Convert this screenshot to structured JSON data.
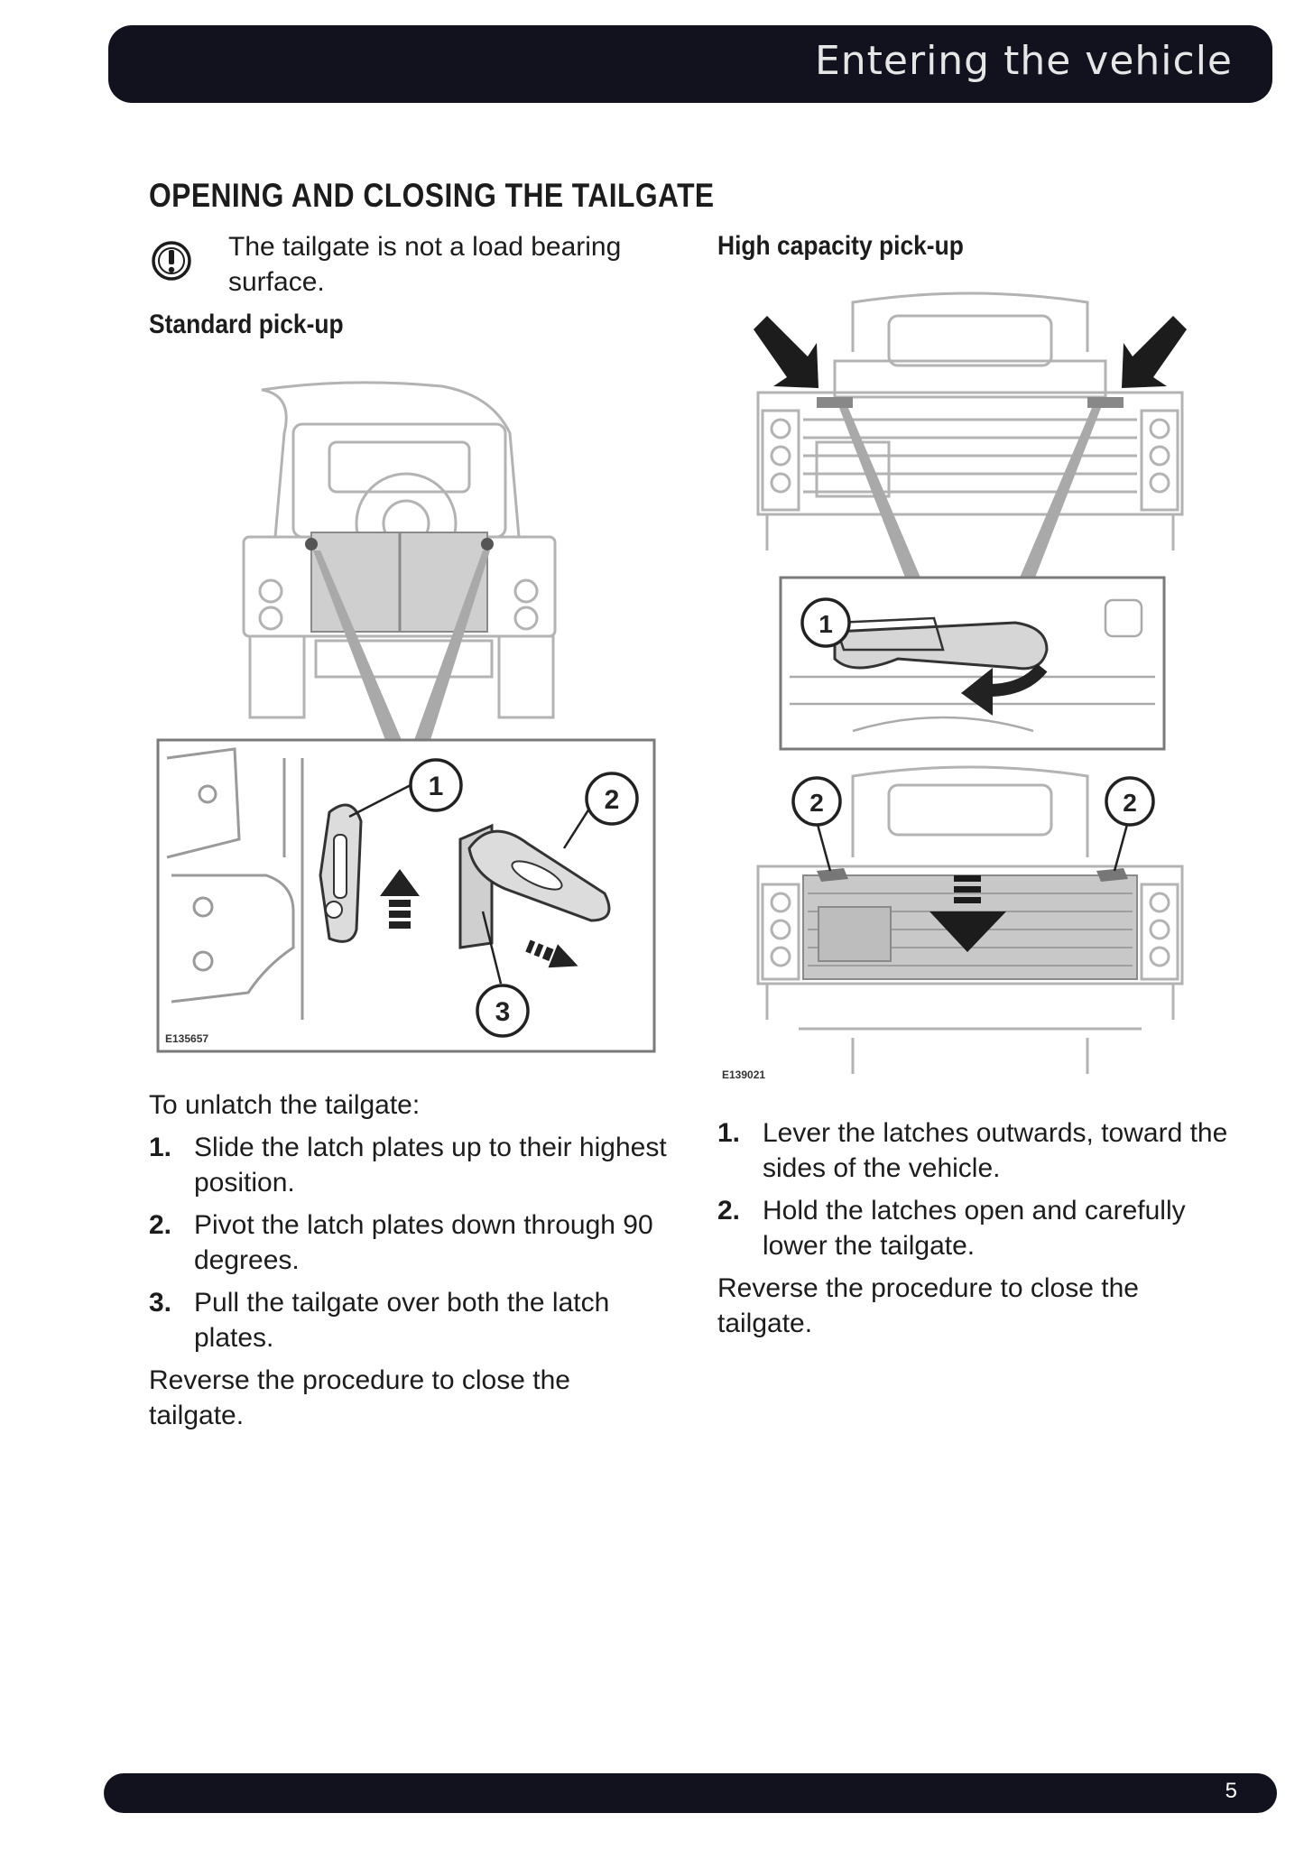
{
  "header": {
    "title": "Entering the vehicle"
  },
  "section": {
    "title": "OPENING AND CLOSING THE TAILGATE",
    "warning_text": "The tailgate is not a load bearing surface."
  },
  "standard": {
    "heading": "Standard pick-up",
    "figure_code": "E135657",
    "callouts": [
      "1",
      "2",
      "3"
    ],
    "intro": "To unlatch the tailgate:",
    "steps": [
      {
        "num": "1.",
        "text": "Slide the latch plates up to their highest position."
      },
      {
        "num": "2.",
        "text": "Pivot the latch plates down through 90 degrees."
      },
      {
        "num": "3.",
        "text": "Pull the tailgate over both the latch plates."
      }
    ],
    "closing": "Reverse the procedure to close the tailgate."
  },
  "high_capacity": {
    "heading": "High capacity pick-up",
    "figure_code": "E139021",
    "callouts": [
      "1",
      "2",
      "2"
    ],
    "steps": [
      {
        "num": "1.",
        "text": "Lever the latches outwards, toward the sides of the vehicle."
      },
      {
        "num": "2.",
        "text": "Hold the latches open and carefully lower the tailgate."
      }
    ],
    "closing": "Reverse the procedure to close the tailgate."
  },
  "footer": {
    "page_number": "5"
  },
  "icons": {
    "warning": "warning-exclamation-icon"
  },
  "colors": {
    "bar": "#12121f",
    "header_text": "#e6e6e6",
    "text": "#1c1c1c"
  }
}
